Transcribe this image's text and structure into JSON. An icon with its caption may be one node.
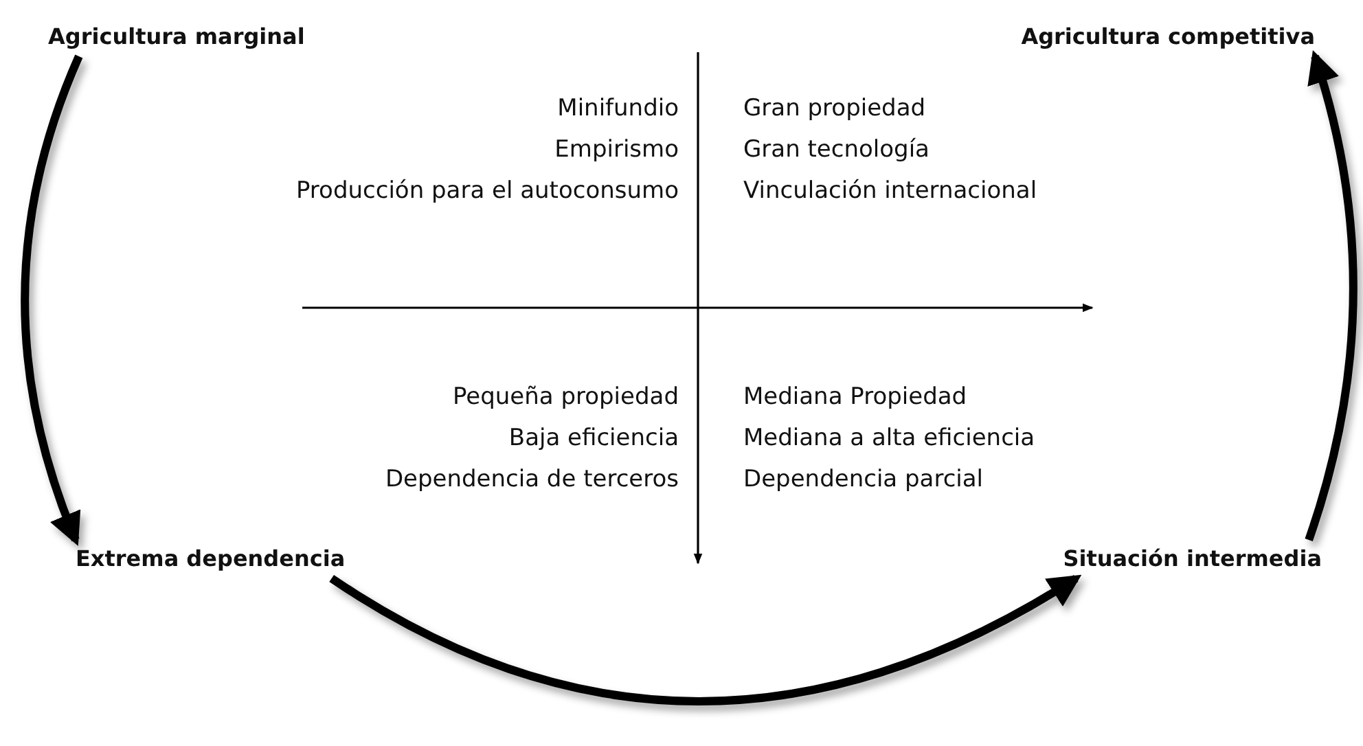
{
  "diagram": {
    "nodes": [
      {
        "text": [
          "Agricultura marginal"
        ]
      },
      {
        "text": [
          "Agricultura competitiva"
        ]
      },
      {
        "text": [
          "Extrema dependencia"
        ]
      },
      {
        "text": [
          "Situación intermedia"
        ]
      }
    ],
    "edges": [
      {
        "from": 0,
        "to": 2,
        "arrow": "to"
      },
      {
        "from": 2,
        "to": 3,
        "arrow": "to"
      },
      {
        "from": 3,
        "to": 1,
        "arrow": "to"
      }
    ],
    "labels": [
      "Minifundio",
      "Empirismo",
      "Producción para el autoconsumo",
      "Gran propiedad",
      "Gran tecnología",
      "Vinculación internacional",
      "Pequeña propiedad",
      "Baja eficiencia",
      "Dependencia de terceros",
      "Mediana Propiedad",
      "Mediana a alta eficiencia",
      "Dependencia parcial"
    ]
  }
}
